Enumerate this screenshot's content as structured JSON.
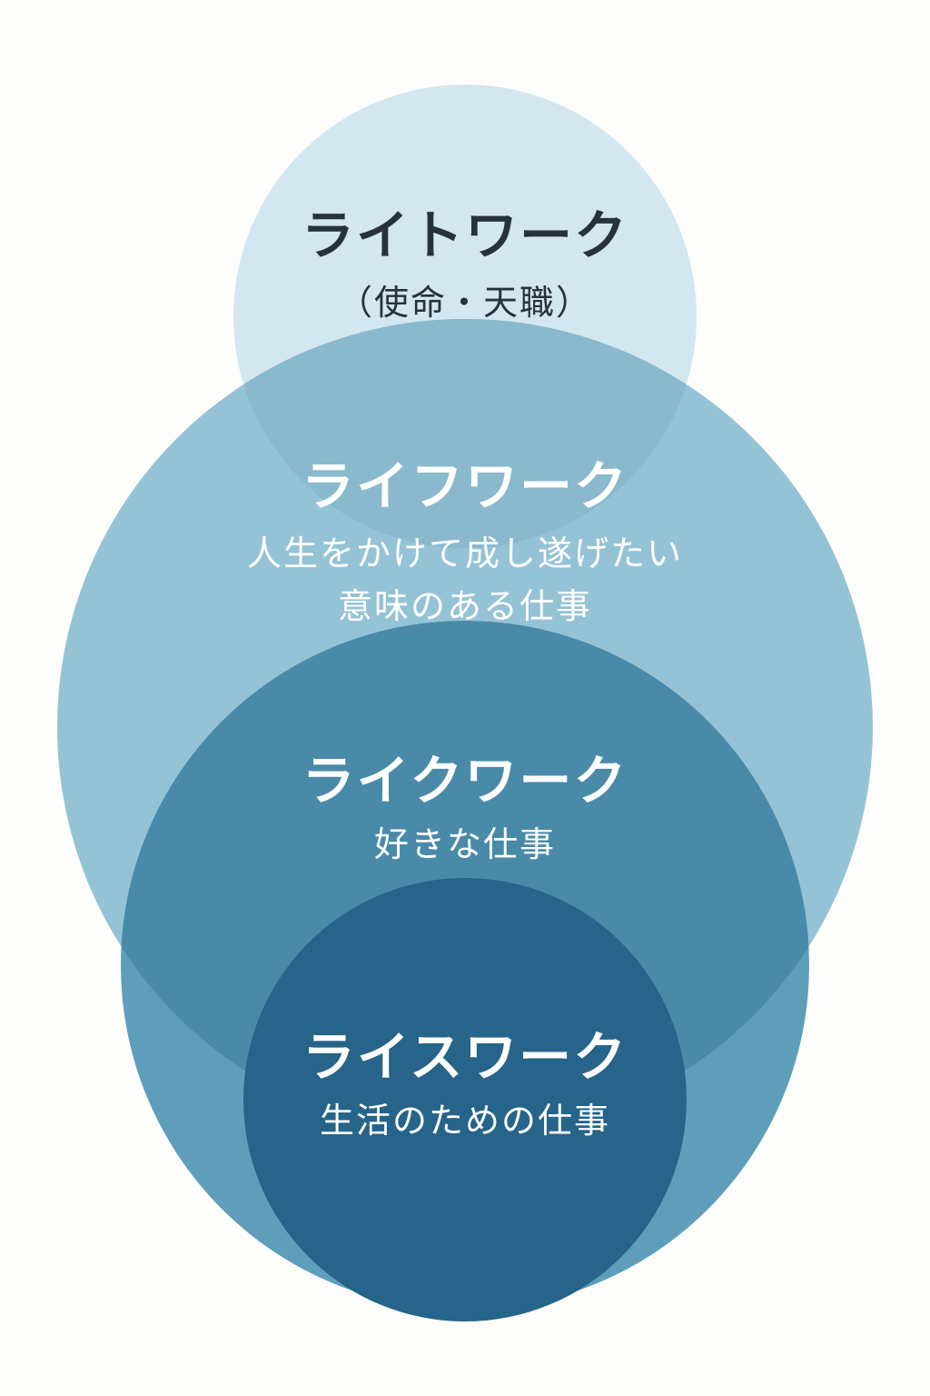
{
  "colors": {
    "background": "#fdfdfb",
    "lightwork": "#d3e7f0",
    "lifework": "#95c3d6",
    "lifework_overlap": "#8ab9cd",
    "likework": "#4a8aa9",
    "likework_outside": "#5f9ebb",
    "ricework": "#26648a",
    "dark_text": "#26323d",
    "light_text": "#ffffff"
  },
  "circles": [
    {
      "id": "lightwork",
      "title": "ライトワーク",
      "subtitle": [
        "（使命・天職）"
      ]
    },
    {
      "id": "lifework",
      "title": "ライフワーク",
      "subtitle": [
        "人生をかけて成し遂げたい",
        "意味のある仕事"
      ]
    },
    {
      "id": "likework",
      "title": "ライクワーク",
      "subtitle": [
        "好きな仕事"
      ]
    },
    {
      "id": "ricework",
      "title": "ライスワーク",
      "subtitle": [
        "生活のための仕事"
      ]
    }
  ]
}
